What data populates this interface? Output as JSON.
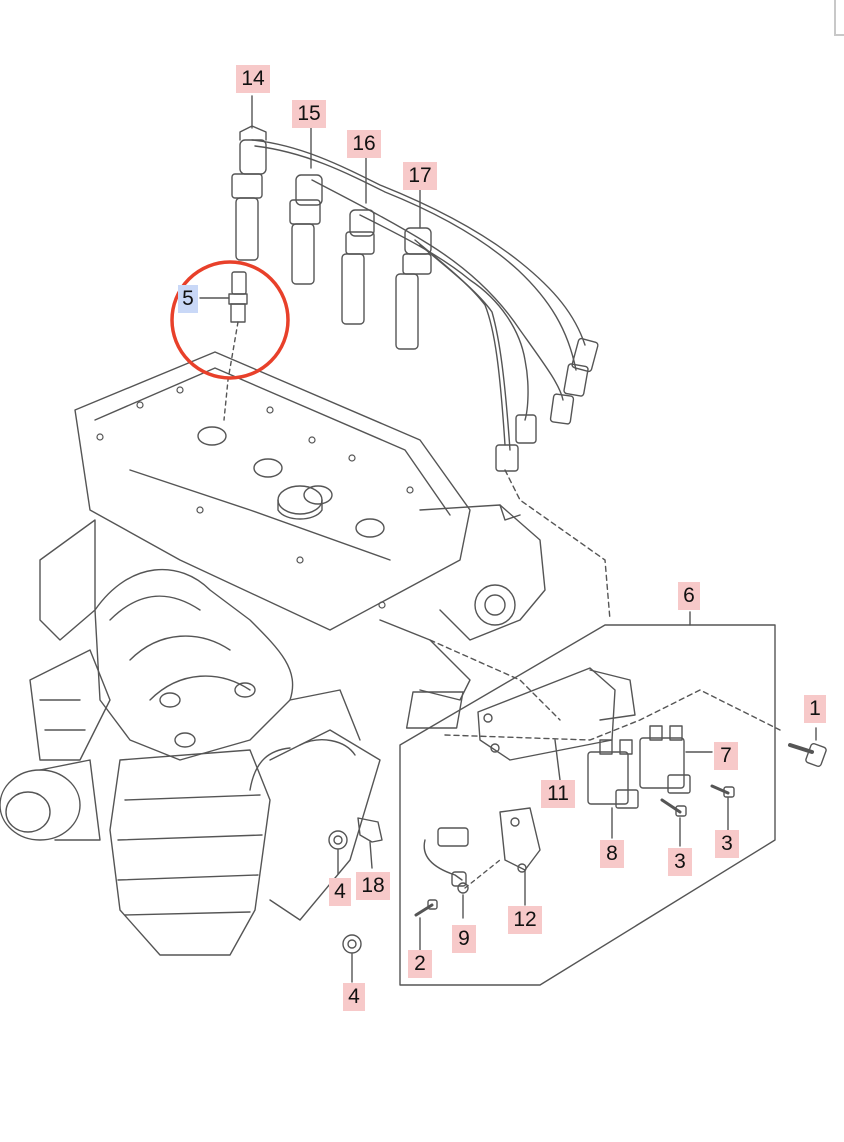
{
  "callouts": {
    "p14": "14",
    "p15": "15",
    "p16": "16",
    "p17": "17",
    "p5": "5",
    "p6": "6",
    "p1": "1",
    "p7": "7",
    "p11": "11",
    "p8": "8",
    "p3a": "3",
    "p3b": "3",
    "p4a": "4",
    "p18": "18",
    "p9": "9",
    "p12": "12",
    "p2": "2",
    "p4b": "4"
  },
  "colors": {
    "callout_fill": "#f7c9c9",
    "selected_callout_fill": "#c9d8f7",
    "highlight_circle": "#e8402a",
    "line_art": "#555555"
  },
  "icons": {
    "highlight": "red-circle-highlight"
  }
}
